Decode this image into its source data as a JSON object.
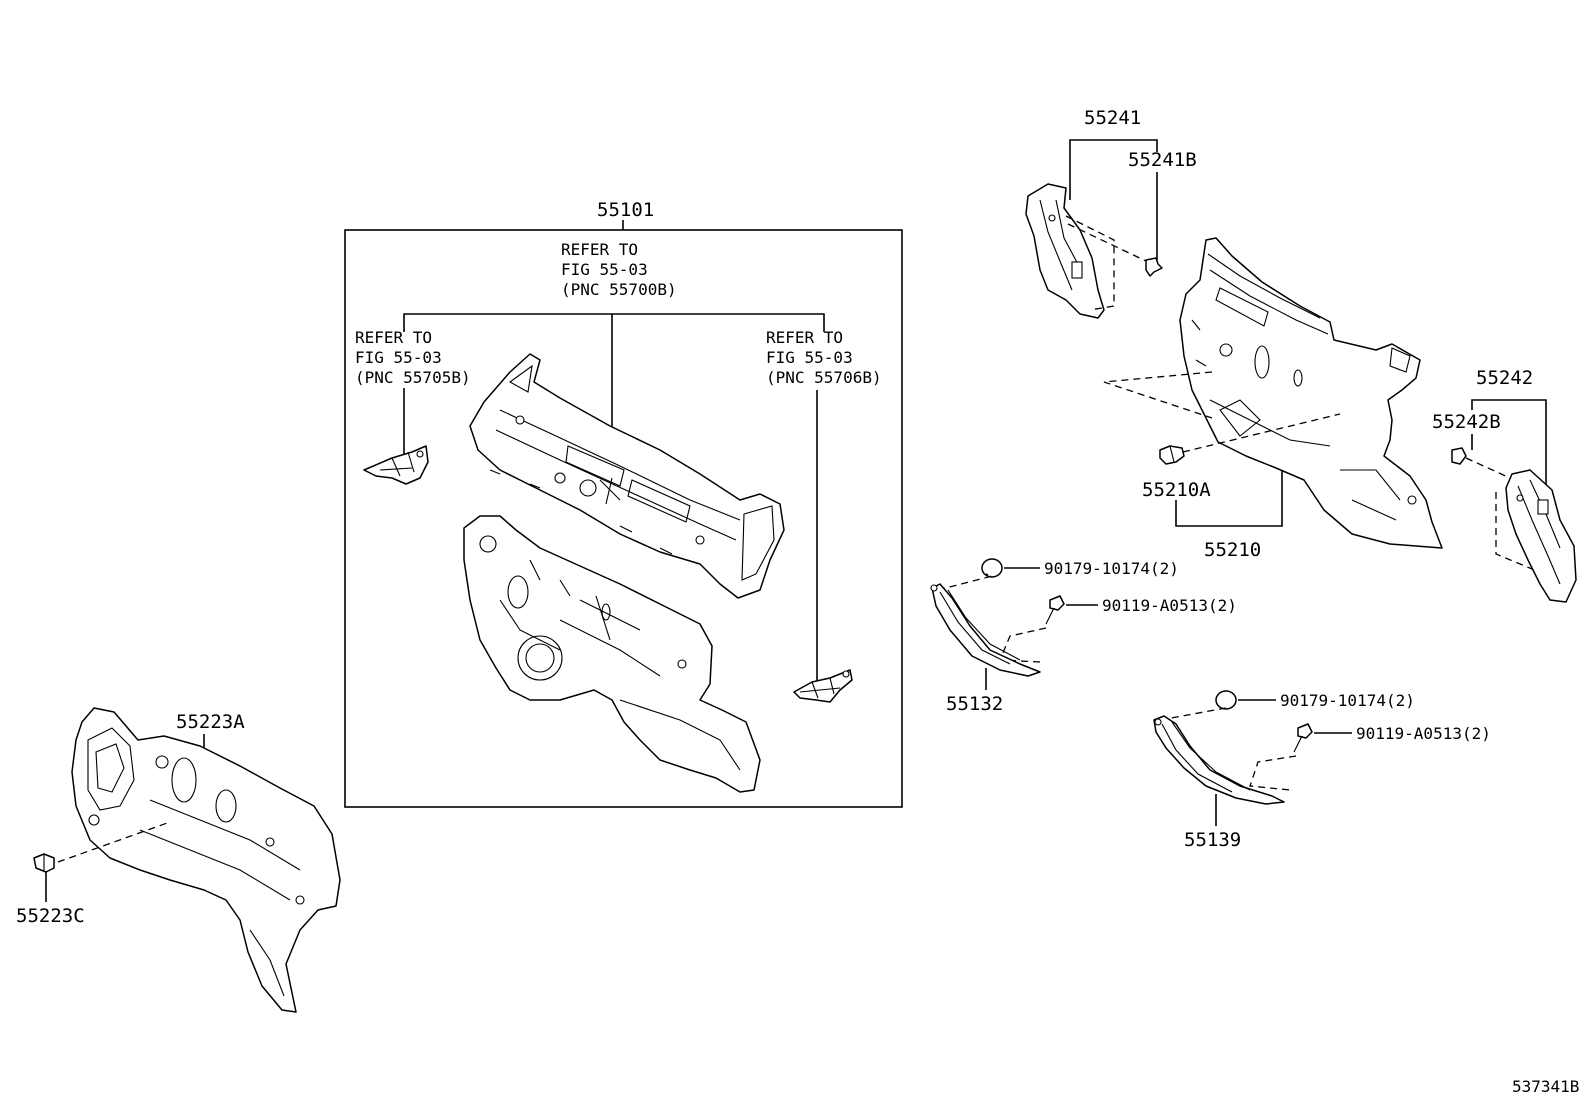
{
  "labels": {
    "p55101": "55101",
    "refer_center_1": "REFER TO",
    "refer_center_2": "FIG 55-03",
    "refer_center_3": "(PNC 55700B)",
    "refer_left_1": "REFER TO",
    "refer_left_2": "FIG 55-03",
    "refer_left_3": "(PNC 55705B)",
    "refer_right_1": "REFER TO",
    "refer_right_2": "FIG 55-03",
    "refer_right_3": "(PNC 55706B)",
    "p55241": "55241",
    "p55241B": "55241B",
    "p55242": "55242",
    "p55242B": "55242B",
    "p55210A": "55210A",
    "p55210": "55210",
    "p90179a": "90179-10174(2)",
    "p90119a": "90119-A0513(2)",
    "p55132": "55132",
    "p90179b": "90179-10174(2)",
    "p90119b": "90119-A0513(2)",
    "p55139": "55139",
    "p55223A": "55223A",
    "p55223C": "55223C",
    "diagram_id": "537341B"
  }
}
